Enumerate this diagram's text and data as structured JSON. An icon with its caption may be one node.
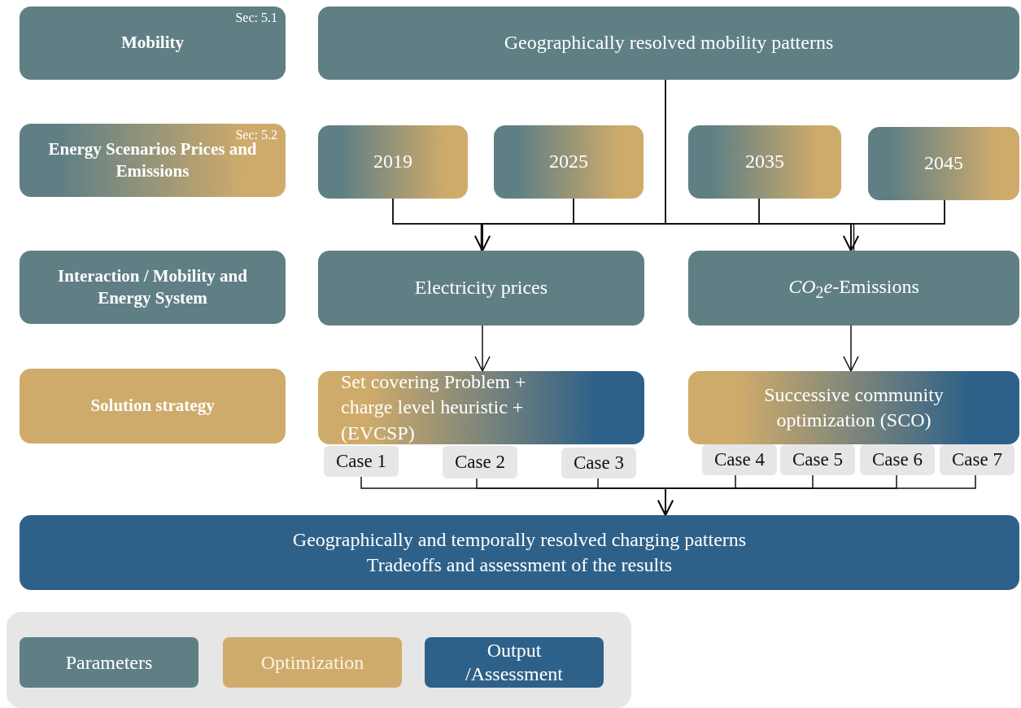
{
  "diagram": {
    "nodes": [
      {
        "text": [
          "Sec: 5.1",
          "Mobility"
        ]
      },
      {
        "text": [
          "Geographically resolved mobility patterns"
        ]
      },
      {
        "text": [
          "Sec: 5.2",
          "Energy Scenarios Prices and Emissions"
        ]
      },
      {
        "text": [
          "2019"
        ]
      },
      {
        "text": [
          "2025"
        ]
      },
      {
        "text": [
          "2035"
        ]
      },
      {
        "text": [
          "2045"
        ]
      },
      {
        "text": [
          "Interaction / Mobility and Energy System"
        ]
      },
      {
        "text": [
          "Electricity prices"
        ]
      },
      {
        "text": [
          "*CO*$_{2}$*e*-Emissions"
        ]
      },
      {
        "text": [
          "Solution strategy"
        ]
      },
      {
        "text": [
          "Set covering Problem + charge level heuristic + (EVCSP)"
        ]
      },
      {
        "text": [
          "Successive community optimization (SCO)"
        ]
      },
      {
        "text": [
          "Case 1"
        ]
      },
      {
        "text": [
          "Case 2"
        ]
      },
      {
        "text": [
          "Case 3"
        ]
      },
      {
        "text": [
          "Case 4"
        ]
      },
      {
        "text": [
          "Case 5"
        ]
      },
      {
        "text": [
          "Case 6"
        ]
      },
      {
        "text": [
          "Case 7"
        ]
      },
      {
        "text": [
          "Geographically and temporally resolved charging patterns",
          "Tradeoffs and assessment of the results"
        ]
      }
    ],
    "edges": [
      {
        "from": 1,
        "to": 8,
        "arrow": "to"
      },
      {
        "from": 1,
        "to": 9,
        "arrow": "to"
      },
      {
        "from": 3,
        "to": 8,
        "arrow": "to"
      },
      {
        "from": 3,
        "to": 9,
        "arrow": "to"
      },
      {
        "from": 4,
        "to": 8,
        "arrow": "to"
      },
      {
        "from": 4,
        "to": 9,
        "arrow": "to"
      },
      {
        "from": 5,
        "to": 8,
        "arrow": "to"
      },
      {
        "from": 5,
        "to": 9,
        "arrow": "to"
      },
      {
        "from": 6,
        "to": 8,
        "arrow": "to"
      },
      {
        "from": 6,
        "to": 9,
        "arrow": "to"
      },
      {
        "from": 8,
        "to": 11,
        "arrow": "to"
      },
      {
        "from": 9,
        "to": 12,
        "arrow": "to"
      },
      {
        "from": 13,
        "to": 20,
        "arrow": "to"
      },
      {
        "from": 14,
        "to": 20,
        "arrow": "to"
      },
      {
        "from": 15,
        "to": 20,
        "arrow": "to"
      },
      {
        "from": 16,
        "to": 20,
        "arrow": "to"
      },
      {
        "from": 17,
        "to": 20,
        "arrow": "to"
      },
      {
        "from": 18,
        "to": 20,
        "arrow": "to"
      },
      {
        "from": 19,
        "to": 20,
        "arrow": "to"
      }
    ],
    "legend": [
      {
        "text": "Parameters",
        "color": "#5f7f85"
      },
      {
        "text": "Optimization",
        "color": "#cfab6b"
      },
      {
        "text": "Output /Assessment",
        "color": "#2e6189"
      }
    ]
  }
}
